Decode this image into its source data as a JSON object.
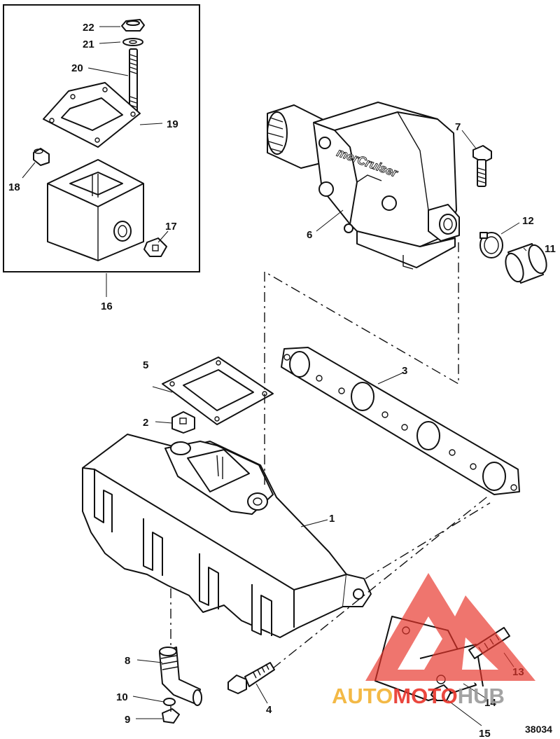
{
  "figure_number": "38034",
  "brand_mark": "merCruiser",
  "watermark": {
    "text_auto": "AUTO",
    "text_moto": "MOTO",
    "text_hub": "HUB",
    "colors": {
      "auto": "#f2b233",
      "moto": "#e8342a",
      "hub": "#9a9a9a",
      "triangle": "#e8342a"
    }
  },
  "callouts": {
    "c1": "1",
    "c2": "2",
    "c3": "3",
    "c4": "4",
    "c5": "5",
    "c6": "6",
    "c7": "7",
    "c8": "8",
    "c9": "9",
    "c10": "10",
    "c11": "11",
    "c12": "12",
    "c13": "13",
    "c14": "14",
    "c15": "15",
    "c16": "16",
    "c17": "17",
    "c18": "18",
    "c19": "19",
    "c20": "20",
    "c21": "21",
    "c22": "22"
  }
}
